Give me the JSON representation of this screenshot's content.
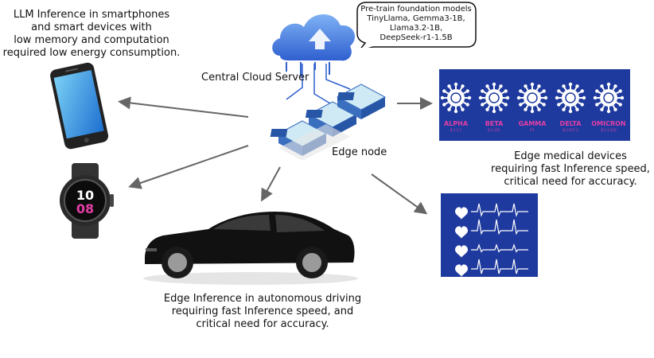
{
  "texts": {
    "smartphone_caption": [
      "LLM Inference in smartphones",
      "and smart devices with",
      "low memory and computation",
      "required low energy consumption."
    ],
    "cloud_label": "Central Cloud Server",
    "edge_label": "Edge node",
    "bubble_lines": [
      "Pre-train foundation models",
      "TinyLlama, Gemma3-1B,",
      "Llama3.2-1B,",
      "DeepSeek-r1-1.5B"
    ],
    "medical_caption": [
      "Edge medical devices",
      "requiring fast Inference speed,",
      "critical need for accuracy."
    ],
    "car_caption": [
      "Edge Inference in autonomous driving",
      "requiring fast Inference speed, and",
      "critical need for accuracy."
    ]
  },
  "watch": {
    "hour": "10",
    "minute": "08"
  },
  "virus_panel": {
    "labels": [
      "ALPHA",
      "BETA",
      "GAMMA",
      "DELTA",
      "OMICRON"
    ],
    "sublabels": [
      "B.1.1.7",
      "B.1.351",
      "P.1",
      "B.1.617.2",
      "B.1.1.529"
    ]
  },
  "colors": {
    "panel_blue": "#1f3a9e",
    "accent_pink": "#e43ea5",
    "arrow_gray": "#666666",
    "cloud_blue": "#3d6fd8",
    "node_cyan": "#bfe6f2"
  }
}
